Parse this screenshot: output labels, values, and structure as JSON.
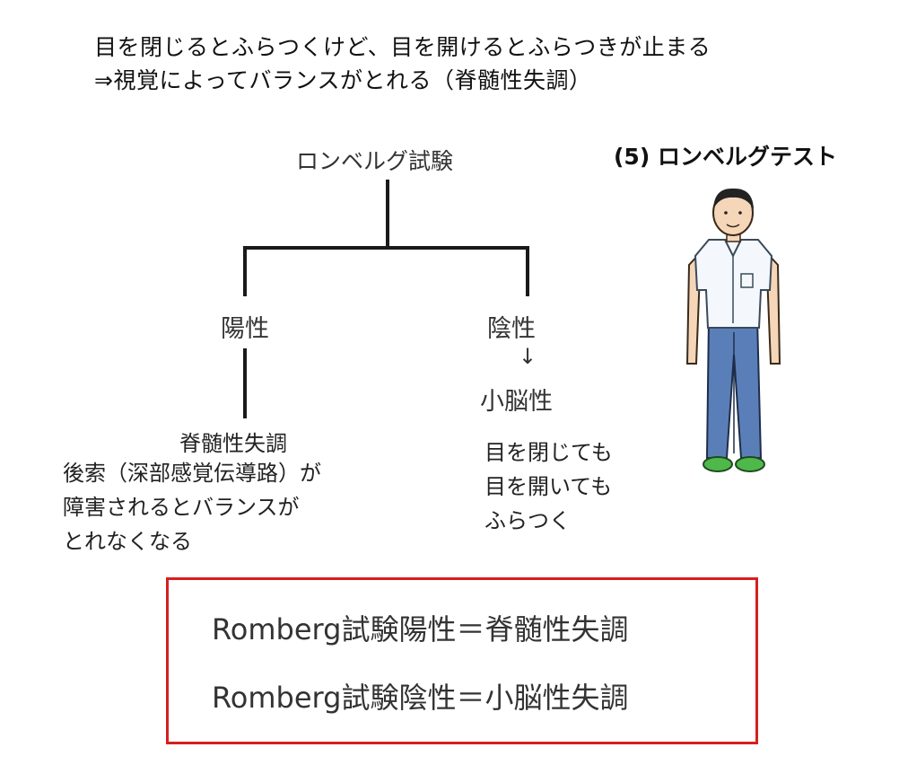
{
  "header": {
    "line1": "目を閉じるとふらつくけど、目を開けるとふらつきが止まる",
    "line2": "⇒視覚によってバランスがとれる（脊髄性失調）"
  },
  "section_title": "(5) ロンベルグテスト",
  "tree": {
    "root": "ロンベルグ試験",
    "positive": {
      "label": "陽性",
      "result": "脊髄性失調",
      "note_lines": [
        "後索（深部感覚伝導路）が",
        "障害されるとバランスが",
        "とれなくなる"
      ]
    },
    "negative": {
      "label": "陰性",
      "arrow": "↓",
      "result": "小脳性",
      "note_lines": [
        "目を閉じても",
        "目を開いても",
        "ふらつく"
      ]
    }
  },
  "summary": {
    "line1": "Romberg試験陽性＝脊髄性失調",
    "line2": "Romberg試験陰性＝小脳性失調",
    "border_color": "#d61f1f"
  },
  "figure": {
    "icon": "standing-man-illustration",
    "colors": {
      "shirt": "#f4f8fc",
      "pants": "#5a7fb8",
      "shoes": "#4fb84a",
      "skin": "#f5d6b8",
      "hair": "#222222"
    }
  }
}
